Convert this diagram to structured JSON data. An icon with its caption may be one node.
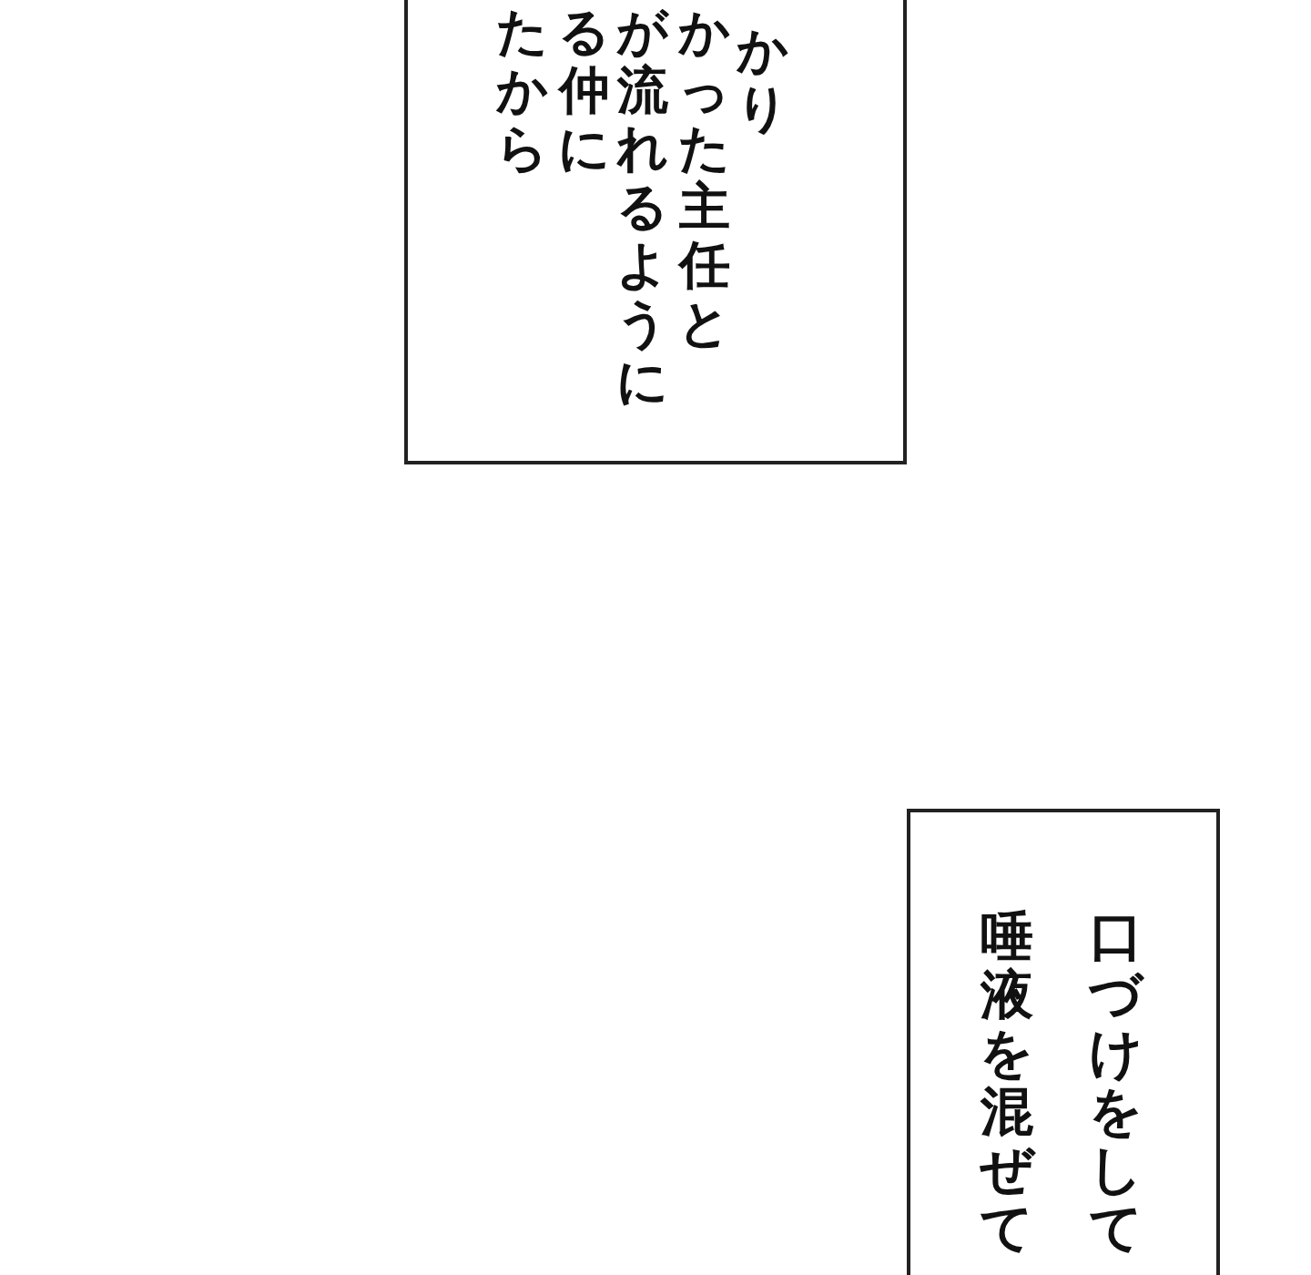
{
  "diagram": {
    "nodes": [
      {
        "text": [
          "かり",
          "かった主任と",
          "が流れるように",
          "る仲に",
          "たから"
        ]
      },
      {
        "text": [
          "口づけをして唾液を混ぜて"
        ]
      }
    ]
  }
}
